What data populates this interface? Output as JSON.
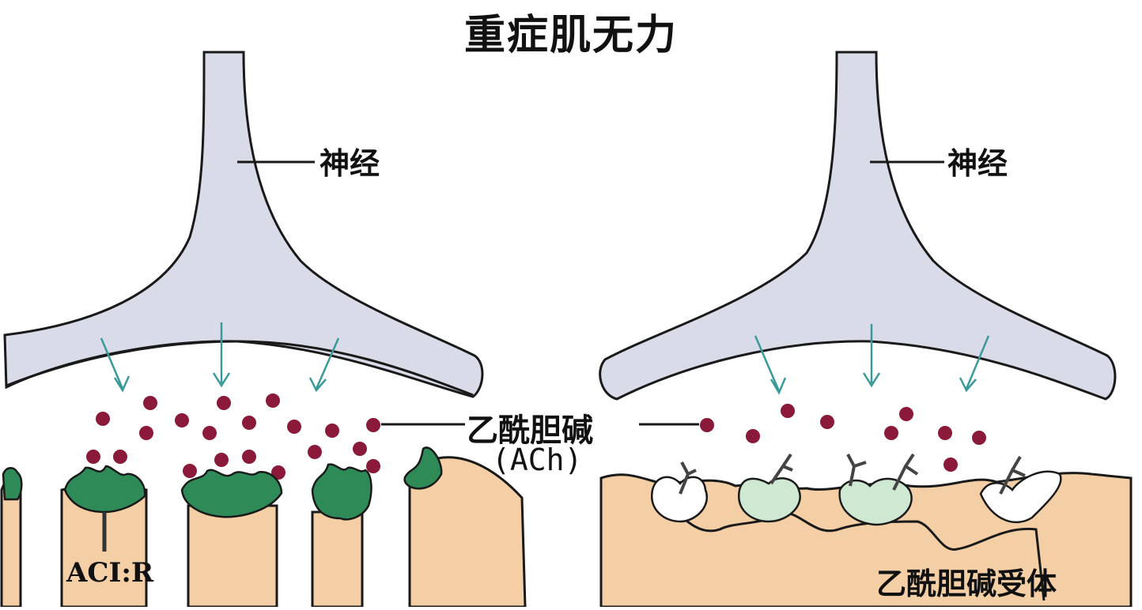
{
  "title": "重症肌无力",
  "left_panel": {
    "nerve_label": "神经",
    "receptor_abbr": "ACI:R"
  },
  "center": {
    "neurotransmitter_name": "乙酰胆碱",
    "neurotransmitter_abbr": "(ACh)"
  },
  "right_panel": {
    "nerve_label": "神经",
    "receptor_label": "乙酰胆碱受体"
  },
  "colors": {
    "nerve_fill": "#d9dbe8",
    "muscle_fill": "#f4cfa6",
    "receptor_green": "#2e8b57",
    "receptor_pale": "#cfe8d2",
    "ach_vesicle": "#8b1a3a",
    "arrow_teal": "#3a9a9a",
    "outline": "#1a1a1a"
  }
}
